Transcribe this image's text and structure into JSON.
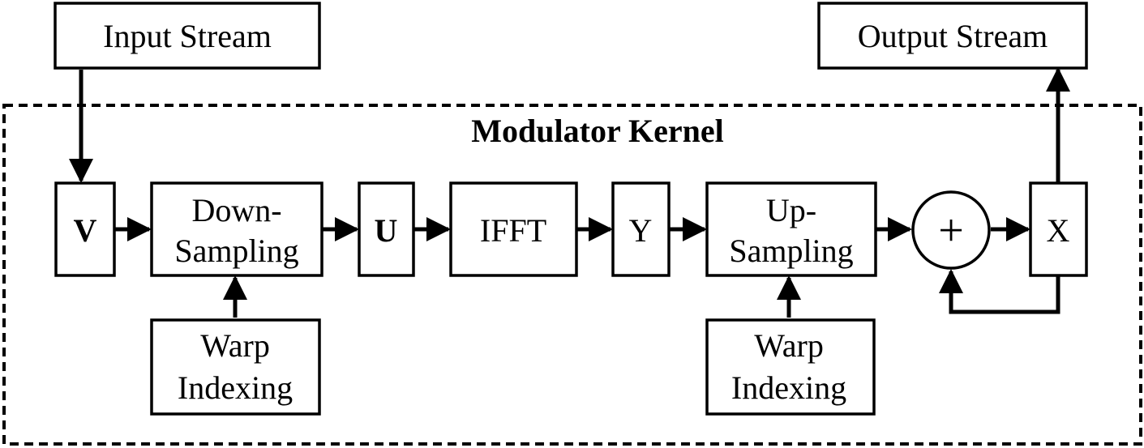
{
  "kernel": {
    "title": "Modulator Kernel"
  },
  "input_stream": {
    "label": "Input Stream"
  },
  "output_stream": {
    "label": "Output Stream"
  },
  "blocks": {
    "v": "V",
    "down_sampling": {
      "line1": "Down-",
      "line2": "Sampling"
    },
    "u": "U",
    "ifft": "IFFT",
    "y": "Y",
    "up_sampling": {
      "line1": "Up-",
      "line2": "Sampling"
    },
    "adder": "+",
    "x": "X"
  },
  "warp_indexing_left": {
    "line1": "Warp",
    "line2": "Indexing"
  },
  "warp_indexing_right": {
    "line1": "Warp",
    "line2": "Indexing"
  }
}
